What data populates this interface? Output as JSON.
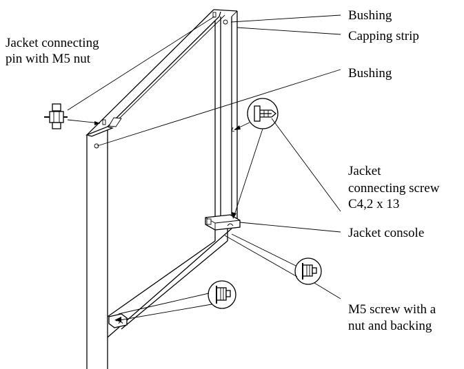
{
  "labels": {
    "bushing_top": "Bushing",
    "capping_strip": "Capping strip",
    "bushing_mid": "Bushing",
    "pin_line1": "Jacket connecting",
    "pin_line2": "pin with M5 nut",
    "screw_line1": "Jacket",
    "screw_line2": "connecting screw",
    "screw_line3": "C4,2 x 13",
    "console": "Jacket console",
    "m5_line1": "M5 screw with a",
    "m5_line2": "nut and backing"
  }
}
